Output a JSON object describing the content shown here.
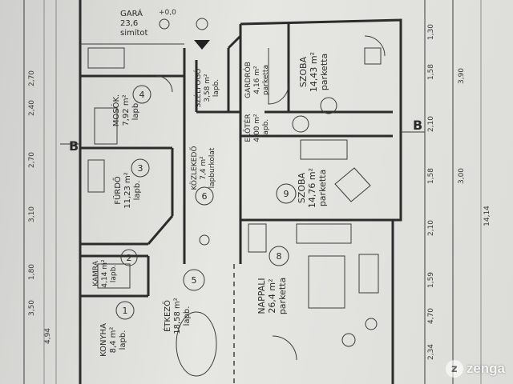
{
  "rooms": [
    {
      "id": "mosok",
      "num": "4",
      "name": "MOSÓK.",
      "area": "7,92 m²",
      "floor": "lapb."
    },
    {
      "id": "furdo",
      "num": "3",
      "name": "FÜRDŐ",
      "area": "11,23 m²",
      "floor": "lapb."
    },
    {
      "id": "kamra",
      "num": "2",
      "name": "KAMRA",
      "area": "4,14 m²",
      "floor": "lapb."
    },
    {
      "id": "konyha",
      "num": "1",
      "name": "KONYHA",
      "area": "8,4 m²",
      "floor": "lapb."
    },
    {
      "id": "etkezo",
      "num": "5",
      "name": "ÉTKEZŐ",
      "area": "18,58 m²",
      "floor": "lapb."
    },
    {
      "id": "kozlekedo",
      "num": "6",
      "name": "KÖZLEKEDŐ",
      "area": "7,4 m²",
      "floor": "lapburkolat"
    },
    {
      "id": "szelfogo",
      "num": "",
      "name": "SZÉLFOGÓ",
      "area": "3,58 m²",
      "floor": "lapb."
    },
    {
      "id": "gardrob",
      "num": "",
      "name": "GARDRÓB",
      "area": "4,16 m²",
      "floor": "parketta"
    },
    {
      "id": "eloter",
      "num": "",
      "name": "ELŐTÉR",
      "area": "4,00 m²",
      "floor": "lapb."
    },
    {
      "id": "szoba1",
      "num": "",
      "name": "SZOBA",
      "area": "14,43 m²",
      "floor": "parketta"
    },
    {
      "id": "szoba2",
      "num": "9",
      "name": "SZOBA",
      "area": "14,76 m²",
      "floor": "parketta"
    },
    {
      "id": "nappali",
      "num": "8",
      "name": "NAPPALI",
      "area": "26,4 m²",
      "floor": "parketta"
    }
  ],
  "garage": {
    "name": "GARÁ",
    "area": "23,6",
    "note": "simítot"
  },
  "section_marks": [
    "B",
    "B"
  ],
  "left_dims": [
    "2,40",
    "2,70",
    "2,70",
    "3,10",
    "1,80",
    "3,50",
    "4,94"
  ],
  "right_dims": [
    "1,30",
    "1,58",
    "2,10",
    "1,58",
    "2,10",
    "1,59",
    "4,70",
    "2,34",
    "3,90",
    "3,00",
    "14,14"
  ],
  "top_elevation": "+0,0",
  "watermark": "zenga"
}
